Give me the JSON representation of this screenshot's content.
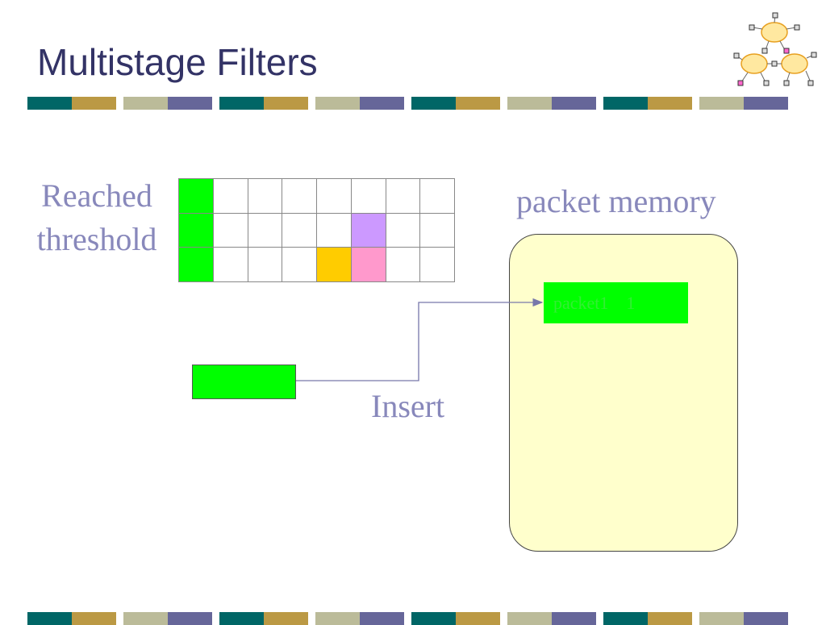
{
  "slide": {
    "title": "Multistage Filters",
    "labels": {
      "reached_threshold": "Reached threshold",
      "packet_memory": "packet memory",
      "insert": "Insert"
    },
    "packet_memory_entry": {
      "name": "packet1",
      "count": "1"
    }
  },
  "filter_grid": {
    "columns": 8,
    "rows": 3,
    "filled_cells": [
      {
        "col": 0,
        "row": 0,
        "color": "#00ff00"
      },
      {
        "col": 0,
        "row": 1,
        "color": "#00ff00"
      },
      {
        "col": 0,
        "row": 2,
        "color": "#00ff00"
      },
      {
        "col": 4,
        "row": 2,
        "color": "#ffcc00"
      },
      {
        "col": 5,
        "row": 1,
        "color": "#cc99ff"
      },
      {
        "col": 5,
        "row": 2,
        "color": "#ff99cc"
      }
    ]
  },
  "colors": {
    "title": "#333366",
    "label": "#8888bb",
    "memory_bg": "#ffffcc",
    "packet": "#00ff00",
    "arrow": "#7777aa",
    "bar_pattern": [
      "#006666",
      "#bb9944",
      "#bbbb99",
      "#666699"
    ]
  },
  "icons": {
    "logo": "network-clouds-icon"
  }
}
